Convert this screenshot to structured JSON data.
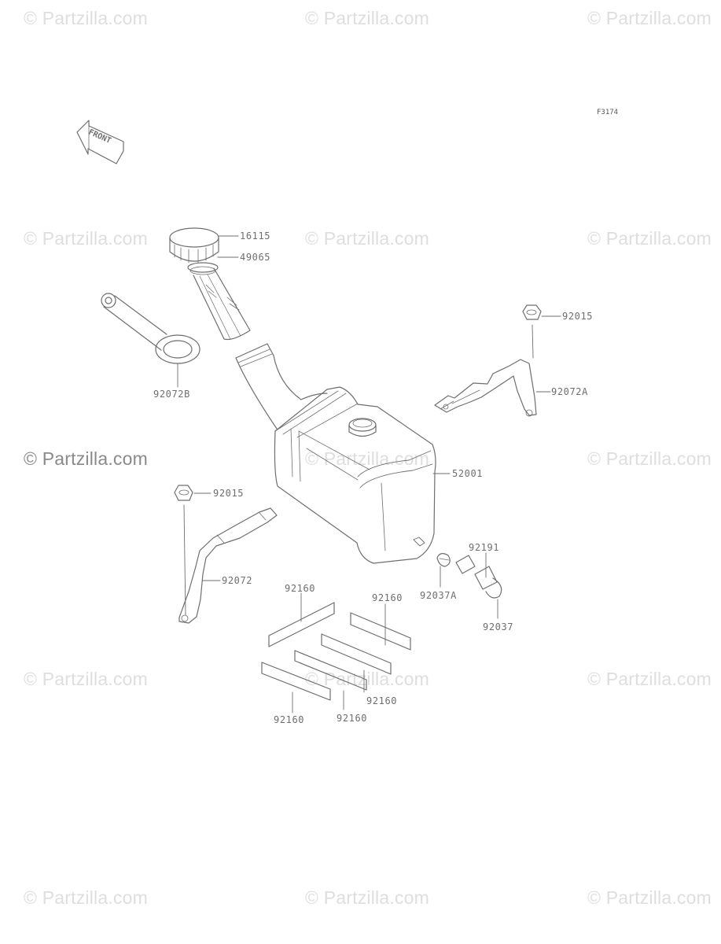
{
  "watermark_text": "© Partzilla.com",
  "diagram_code": "F3174",
  "front_label": "FRONT",
  "callouts": {
    "cap": "16115",
    "strainer": "49065",
    "pad_strap": "92072B",
    "nut_right": "92015",
    "band_right": "92072A",
    "tank": "52001",
    "nut_left": "92015",
    "band_left": "92072",
    "pad_1": "92160",
    "pad_2": "92160",
    "pad_3": "92160",
    "pad_4": "92160",
    "pad_5": "92160",
    "hose": "92191",
    "clamp_a": "92037A",
    "clamp_b": "92037"
  },
  "colors": {
    "line": "#6e6e6e",
    "watermark": "#dedede",
    "watermark_dark": "#8a8a8a"
  }
}
